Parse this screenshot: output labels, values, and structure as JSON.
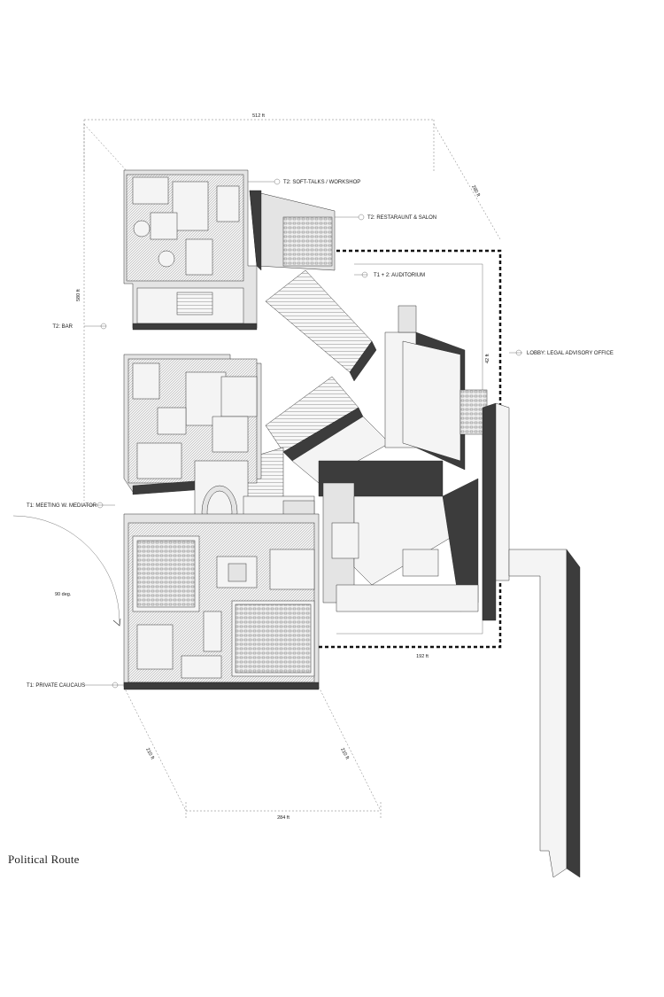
{
  "caption": "Political Route",
  "labels": {
    "soft_talks": "T2: SOFT-TALKS / WORKSHOP",
    "restaurant": "T2: RESTARAUNT & SALON",
    "auditorium": "T1 + 2: AUDITORIUM",
    "bar": "T2: BAR",
    "lobby": "LOBBY: LEGAL ADVISORY OFFICE",
    "mediator": "T1: MEETING W. MEDIATOR",
    "caucaus": "T1: PRIVATE CAUCAUS"
  },
  "dimensions": {
    "top_width": "512 ft",
    "top_right": "280 ft",
    "left_height": "580 ft",
    "right_small": "42 ft",
    "auditorium_width": "192 ft",
    "angle": "90 deg.",
    "bottom_left": "210 ft",
    "bottom_right": "210 ft",
    "bottom_width": "284 ft"
  },
  "colors": {
    "ink": "#2a2a2a",
    "shadow": "#3c3c3c",
    "paper": "#ffffff"
  }
}
